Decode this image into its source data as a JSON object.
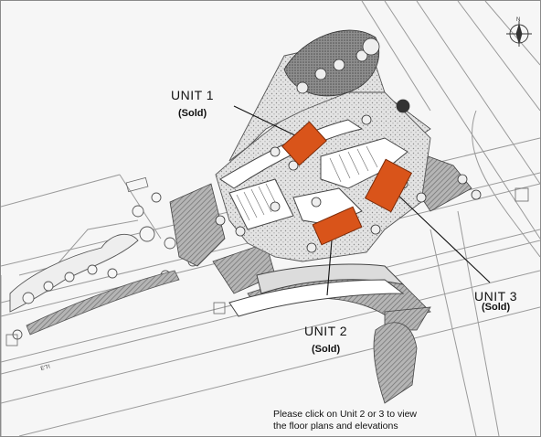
{
  "units": [
    {
      "id": "unit-1",
      "label": "UNIT 1",
      "status": "(Sold)",
      "color": "#d9541a"
    },
    {
      "id": "unit-2",
      "label": "UNIT 2",
      "status": "(Sold)",
      "color": "#d9541a"
    },
    {
      "id": "unit-3",
      "label": "UNIT 3",
      "status": "(Sold)",
      "color": "#d9541a"
    }
  ],
  "instruction": {
    "line1": "Please click on Unit 2 or 3 to view",
    "line2": "the floor plans and elevations"
  },
  "compass_label": "N",
  "road_label": "E'TI",
  "colors": {
    "building": "#d9541a",
    "hatch": "#8d8d8d",
    "stipple": "#c9c9c9",
    "road_line": "#9a9a9a",
    "paper": "#f6f6f6"
  }
}
